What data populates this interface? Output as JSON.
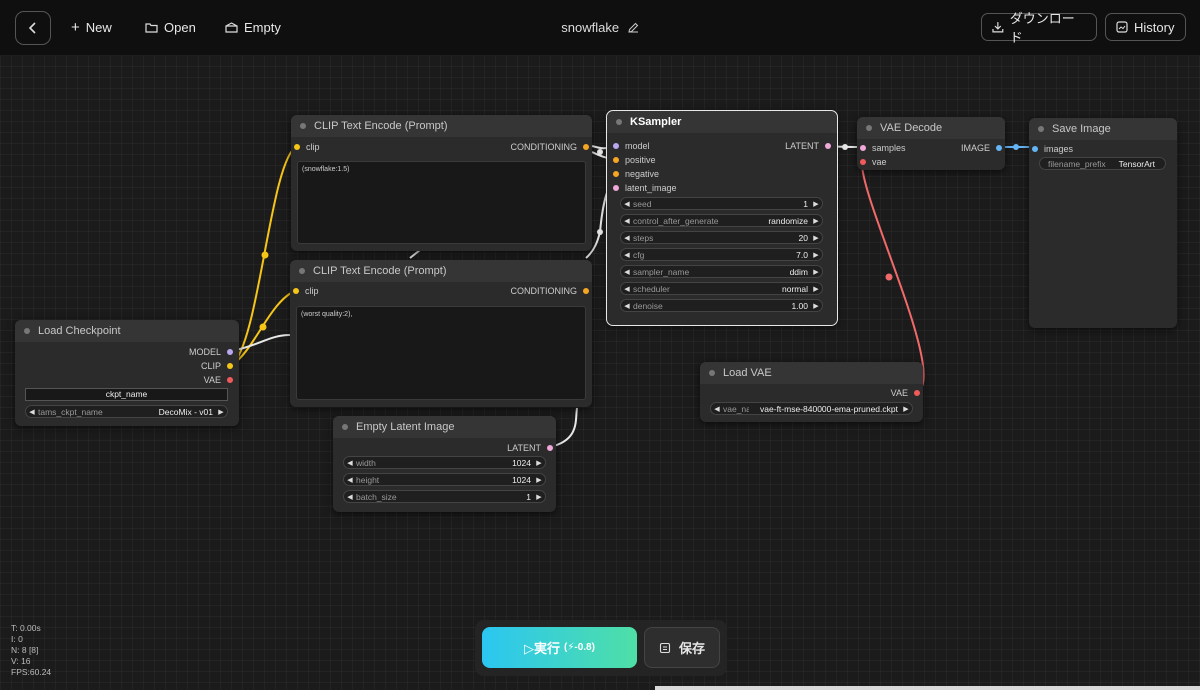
{
  "topbar": {
    "back_icon": "chevron-left-icon",
    "new_label": "New",
    "open_label": "Open",
    "empty_label": "Empty",
    "title": "snowflake",
    "download_label": "ダウンロード",
    "history_label": "History"
  },
  "nodes": {
    "load_checkpoint": {
      "title": "Load Checkpoint",
      "outputs": [
        "MODEL",
        "CLIP",
        "VAE"
      ],
      "ckpt_name": "ckpt_name",
      "widget": {
        "label": "tams_ckpt_name",
        "value": "DecoMix - v01"
      }
    },
    "clip_positive": {
      "title": "CLIP Text Encode (Prompt)",
      "input": "clip",
      "output": "CONDITIONING",
      "text": "(snowflake:1.5)"
    },
    "clip_negative": {
      "title": "CLIP Text Encode (Prompt)",
      "input": "clip",
      "output": "CONDITIONING",
      "text": "(worst quality:2),"
    },
    "empty_latent": {
      "title": "Empty Latent Image",
      "output": "LATENT",
      "widgets": [
        {
          "label": "width",
          "value": "1024"
        },
        {
          "label": "height",
          "value": "1024"
        },
        {
          "label": "batch_size",
          "value": "1"
        }
      ]
    },
    "ksampler": {
      "title": "KSampler",
      "inputs": [
        "model",
        "positive",
        "negative",
        "latent_image"
      ],
      "output": "LATENT",
      "widgets": [
        {
          "label": "seed",
          "value": "1"
        },
        {
          "label": "control_after_generate",
          "value": "randomize"
        },
        {
          "label": "steps",
          "value": "20"
        },
        {
          "label": "cfg",
          "value": "7.0"
        },
        {
          "label": "sampler_name",
          "value": "ddim"
        },
        {
          "label": "scheduler",
          "value": "normal"
        },
        {
          "label": "denoise",
          "value": "1.00"
        }
      ]
    },
    "vae_decode": {
      "title": "VAE Decode",
      "inputs": [
        "samples",
        "vae"
      ],
      "output": "IMAGE"
    },
    "load_vae": {
      "title": "Load VAE",
      "output": "VAE",
      "widget": {
        "label": "vae_na",
        "value": "vae-ft-mse-840000-ema-pruned.ckpt"
      }
    },
    "save_image": {
      "title": "Save Image",
      "input": "images",
      "widget": {
        "label": "filename_prefix",
        "value": "TensorArt"
      }
    }
  },
  "stats": {
    "t": "T: 0.00s",
    "i": "I: 0",
    "n": "N: 8 [8]",
    "v": "V: 16",
    "fps": "FPS:60.24"
  },
  "actions": {
    "run_label": "▷実行",
    "run_cost": "(⚡-0.8)",
    "save_label": "保存"
  },
  "colors": {
    "clip": "#f5c518",
    "model": "#b9a8ef",
    "vae": "#f05a5a",
    "latent": "#f0a8d8",
    "conditioning": "#f5a623",
    "image": "#64b5f6",
    "run_gradient": [
      "#2bc6f2",
      "#4fdfa6"
    ]
  }
}
